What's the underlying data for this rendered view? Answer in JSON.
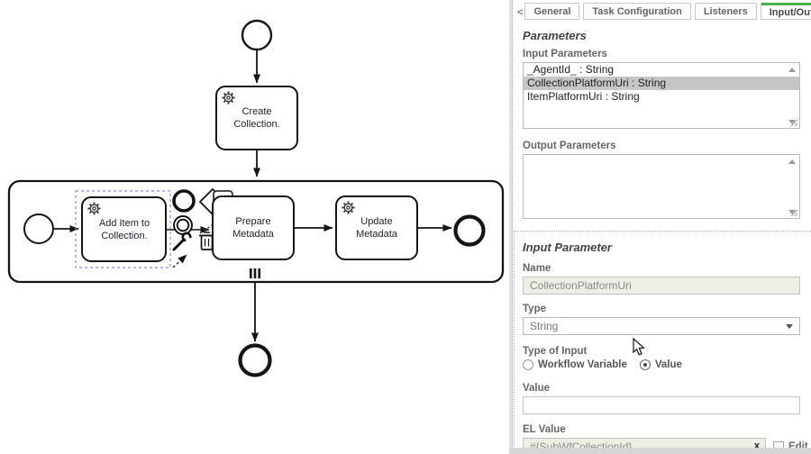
{
  "diagram": {
    "tasks": {
      "create": "Create Collection.",
      "add_item": "Add Item to Collection.",
      "prepare": "Prepare Metadata",
      "update": "Update Metadata"
    }
  },
  "panel": {
    "tabs": {
      "scroll_left": "<",
      "items": [
        "General",
        "Task Configuration",
        "Listeners",
        "Input/Output"
      ],
      "active_tab": "Input/Output",
      "overflow_tab": "I",
      "scroll_right": ">"
    },
    "parameters": {
      "heading": "Parameters",
      "input_label": "Input Parameters",
      "input_items": [
        "_AgentId_ : String",
        "CollectionPlatformUri : String",
        "ItemPlatformUri : String"
      ],
      "selected_item": "CollectionPlatformUri : String",
      "output_label": "Output Parameters",
      "output_items": []
    },
    "input_parameter": {
      "heading": "Input Parameter",
      "name_label": "Name",
      "name_value": "CollectionPlatformUri",
      "type_label": "Type",
      "type_value": "String",
      "type_of_input_label": "Type of Input",
      "radio_workflow_label": "Workflow Variable",
      "radio_value_label": "Value",
      "selected_radio": "Value",
      "value_label": "Value",
      "value_value": "",
      "el_label": "EL Value",
      "el_value": "#{SubWfCollectionId}",
      "el_clear": "x",
      "edit_label": "Edit"
    },
    "colors": {
      "active_tab_green": "#4caf50",
      "selection_gray": "#c6c6c6",
      "disabled_input_bg": "#efeee5"
    }
  }
}
